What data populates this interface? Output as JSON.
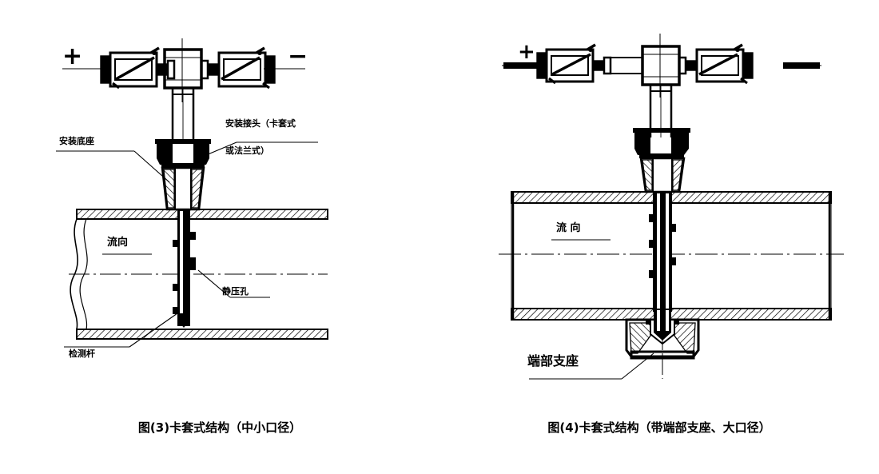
{
  "document": {
    "title": "卡套式结构安装示意图",
    "background_color": "#ffffff",
    "line_color": "#000000"
  },
  "figures": [
    {
      "id": "figure-3",
      "caption": "图(3)卡套式结构（中小口径）",
      "polarity_plus": "+",
      "polarity_minus": "−",
      "labels": [
        {
          "name": "mounting-base",
          "text": "安装底座"
        },
        {
          "name": "mounting-joint-line1",
          "text": "安装接头（卡套式"
        },
        {
          "name": "mounting-joint-line2",
          "text": "或法兰式）"
        },
        {
          "name": "flow-direction",
          "text": "流向"
        },
        {
          "name": "static-pressure-hole",
          "text": "静压孔"
        },
        {
          "name": "sensing-rod",
          "text": "检测杆"
        }
      ]
    },
    {
      "id": "figure-4",
      "caption": "图(4)卡套式结构（带端部支座、大口径）",
      "polarity_plus": "+",
      "polarity_minus": "",
      "labels": [
        {
          "name": "flow-direction",
          "text": "流 向"
        },
        {
          "name": "end-support",
          "text": "端部支座"
        }
      ]
    }
  ],
  "colors": {
    "ink": "#000000",
    "paper": "#ffffff",
    "hatch": "#000000"
  }
}
